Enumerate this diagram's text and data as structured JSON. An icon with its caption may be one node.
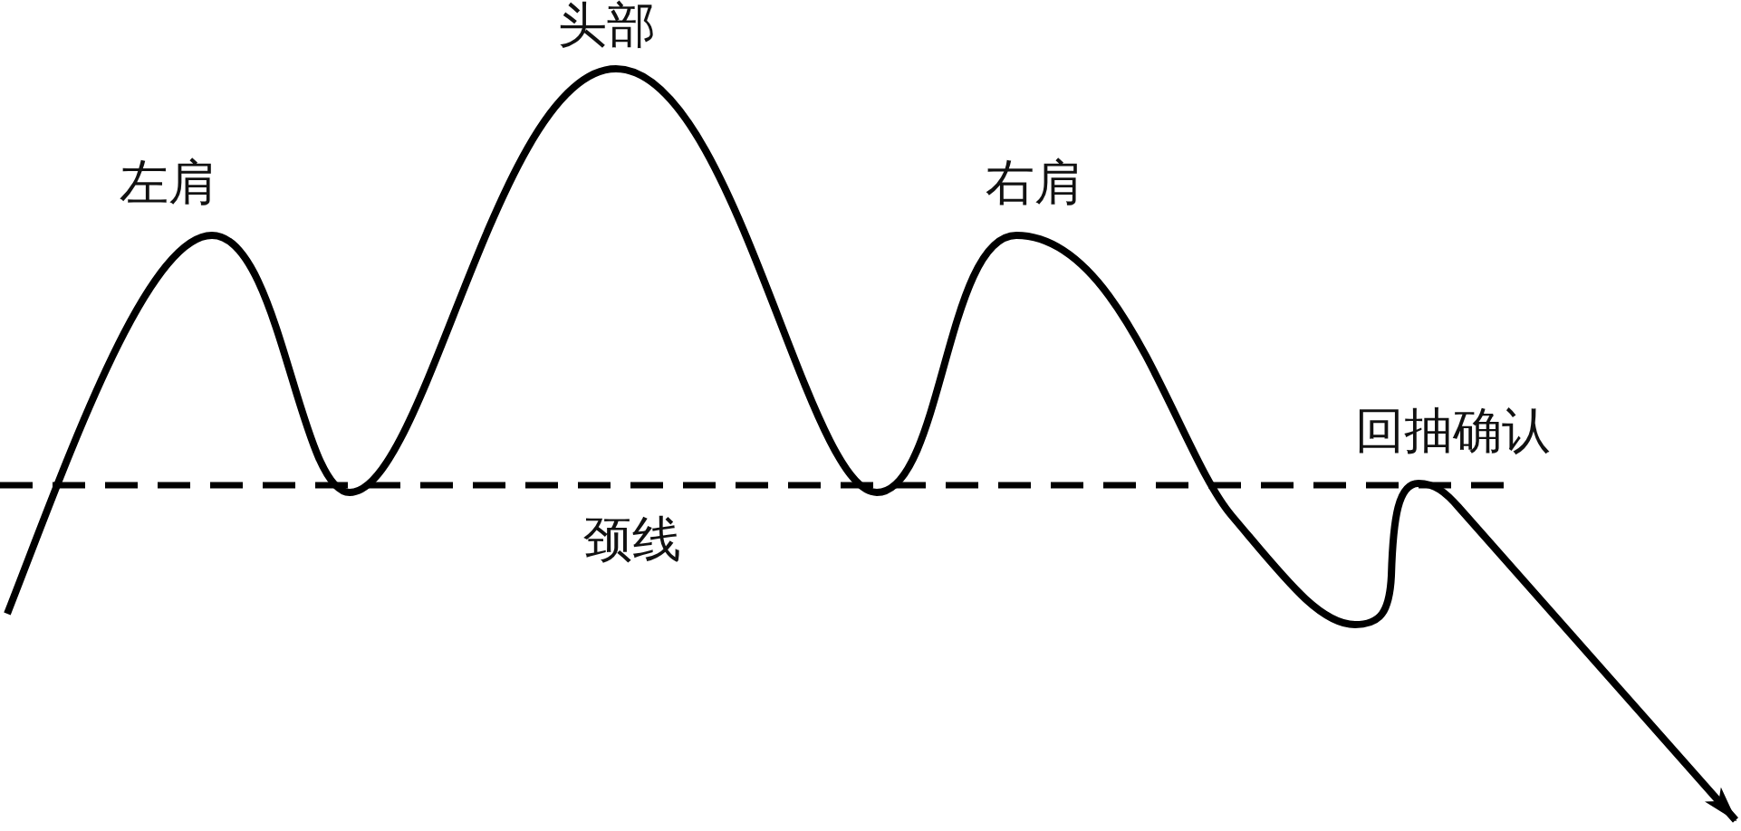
{
  "diagram": {
    "labels": [
      "头部",
      "左肩",
      "右肩",
      "回抽确认",
      "颈线"
    ]
  }
}
